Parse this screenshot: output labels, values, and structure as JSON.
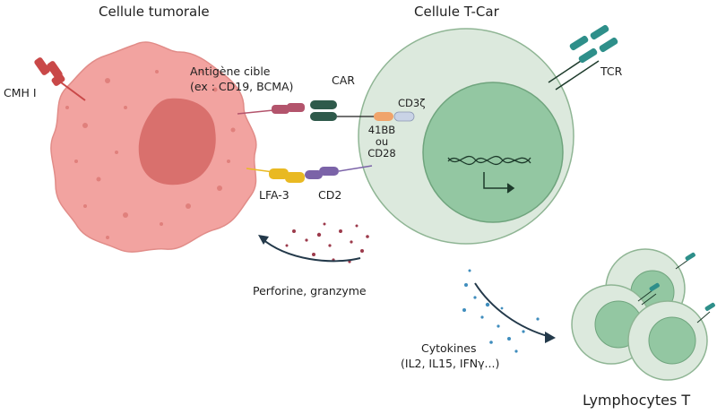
{
  "titles": {
    "tumor_cell": "Cellule tumorale",
    "car_t_cell": "Cellule T-Car",
    "lymphocytes": "Lymphocytes T"
  },
  "labels": {
    "cmh": "CMH I",
    "antigen_line1": "Antigène cible",
    "antigen_line2": "(ex : CD19, BCMA)",
    "car": "CAR",
    "cd3z": "CD3ζ",
    "costim_line1": "41BB",
    "costim_line2": "ou",
    "costim_line3": "CD28",
    "tcr": "TCR",
    "lfa3": "LFA-3",
    "cd2": "CD2",
    "perforin": "Perforine, granzyme",
    "cytokines_line1": "Cytokines",
    "cytokines_line2": "(IL2, IL15, IFNγ...)"
  },
  "colors": {
    "tumor_membrane": "#f2a3a0",
    "tumor_nucleus": "#d9706d",
    "tcell_outer": "#dce9dd",
    "tcell_nucleus": "#93c7a2",
    "cell_stroke": "#8fb594",
    "cmh": "#c94848",
    "antigen": "#b3546c",
    "car": "#2f5a4b",
    "costim": "#f0a46b",
    "cd3z": "#c9d3e6",
    "tcr": "#2e8f8a",
    "lfa3": "#e9b922",
    "cd2": "#7b63a8",
    "perforin_dots": "#9c3a4b",
    "cytokine_dots": "#3f8dbd",
    "arrow": "#23394a"
  }
}
